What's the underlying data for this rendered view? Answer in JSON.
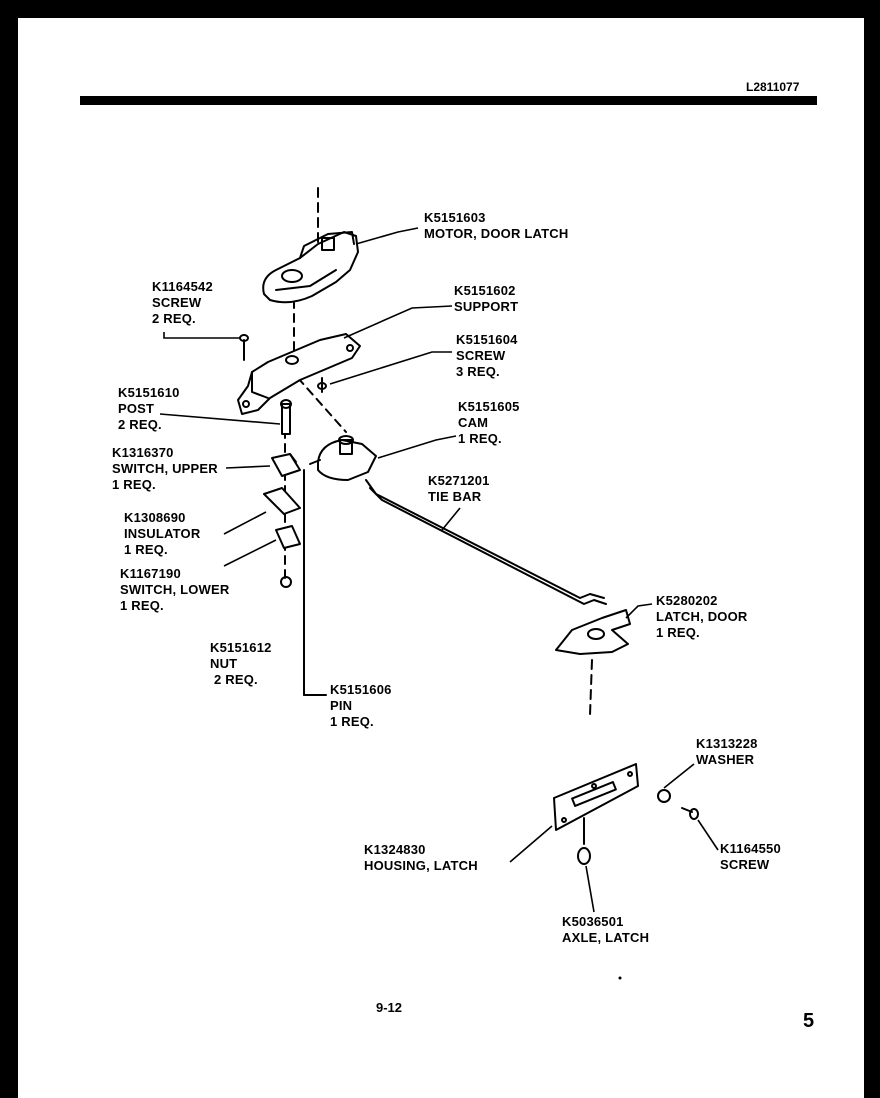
{
  "document_id": "L2811077",
  "page_code": "9-12",
  "page_number": "5",
  "parts": [
    {
      "id": "motor",
      "number": "K5151603",
      "name": "MOTOR, DOOR LATCH",
      "qty": ""
    },
    {
      "id": "screw-upper",
      "number": "K1164542",
      "name": "SCREW",
      "qty": "2 REQ."
    },
    {
      "id": "support",
      "number": "K5151602",
      "name": "SUPPORT",
      "qty": ""
    },
    {
      "id": "screw-support",
      "number": "K5151604",
      "name": "SCREW",
      "qty": "3 REQ."
    },
    {
      "id": "post",
      "number": "K5151610",
      "name": "POST",
      "qty": "2 REQ."
    },
    {
      "id": "cam",
      "number": "K5151605",
      "name": "CAM",
      "qty": "1 REQ."
    },
    {
      "id": "switch-upper",
      "number": "K1316370",
      "name": "SWITCH, UPPER",
      "qty": "1 REQ."
    },
    {
      "id": "tie-bar",
      "number": "K5271201",
      "name": "TIE BAR",
      "qty": ""
    },
    {
      "id": "insulator",
      "number": "K1308690",
      "name": "INSULATOR",
      "qty": "1 REQ."
    },
    {
      "id": "switch-lower",
      "number": "K1167190",
      "name": "SWITCH, LOWER",
      "qty": "1 REQ."
    },
    {
      "id": "latch-door",
      "number": "K5280202",
      "name": "LATCH, DOOR",
      "qty": "1 REQ."
    },
    {
      "id": "nut",
      "number": "K5151612",
      "name": "NUT",
      "qty": "2 REQ."
    },
    {
      "id": "pin",
      "number": "K5151606",
      "name": "PIN",
      "qty": "1 REQ."
    },
    {
      "id": "washer",
      "number": "K1313228",
      "name": "WASHER",
      "qty": ""
    },
    {
      "id": "housing",
      "number": "K1324830",
      "name": "HOUSING, LATCH",
      "qty": ""
    },
    {
      "id": "screw-housing",
      "number": "K1164550",
      "name": "SCREW",
      "qty": ""
    },
    {
      "id": "axle",
      "number": "K5036501",
      "name": "AXLE, LATCH",
      "qty": ""
    }
  ]
}
